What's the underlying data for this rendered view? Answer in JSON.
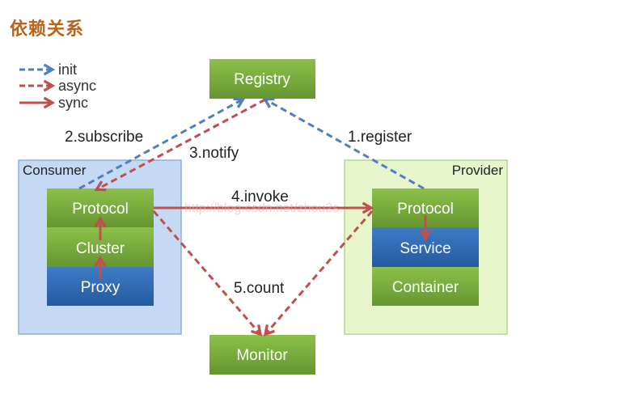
{
  "page_title": "依赖关系",
  "legend": {
    "init": "init",
    "async": "async",
    "sync": "sync"
  },
  "colors": {
    "title": "#b5651d",
    "init": "#4f7fbf",
    "async_sync": "#c0504d",
    "green_box": "#78a838",
    "blue_box": "#2f6bb5",
    "consumer_bg": "#c5d9f5",
    "provider_bg": "#e6f5cc"
  },
  "nodes": {
    "registry": "Registry",
    "monitor": "Monitor"
  },
  "consumer": {
    "title": "Consumer",
    "protocol": "Protocol",
    "cluster": "Cluster",
    "proxy": "Proxy"
  },
  "provider": {
    "title": "Provider",
    "protocol": "Protocol",
    "service": "Service",
    "container": "Container"
  },
  "edges": {
    "register": "1.register",
    "subscribe": "2.subscribe",
    "notify": "3.notify",
    "invoke": "4.invoke",
    "count": "5.count"
  },
  "watermark": "http://blog.csdn.net/zhou2s"
}
